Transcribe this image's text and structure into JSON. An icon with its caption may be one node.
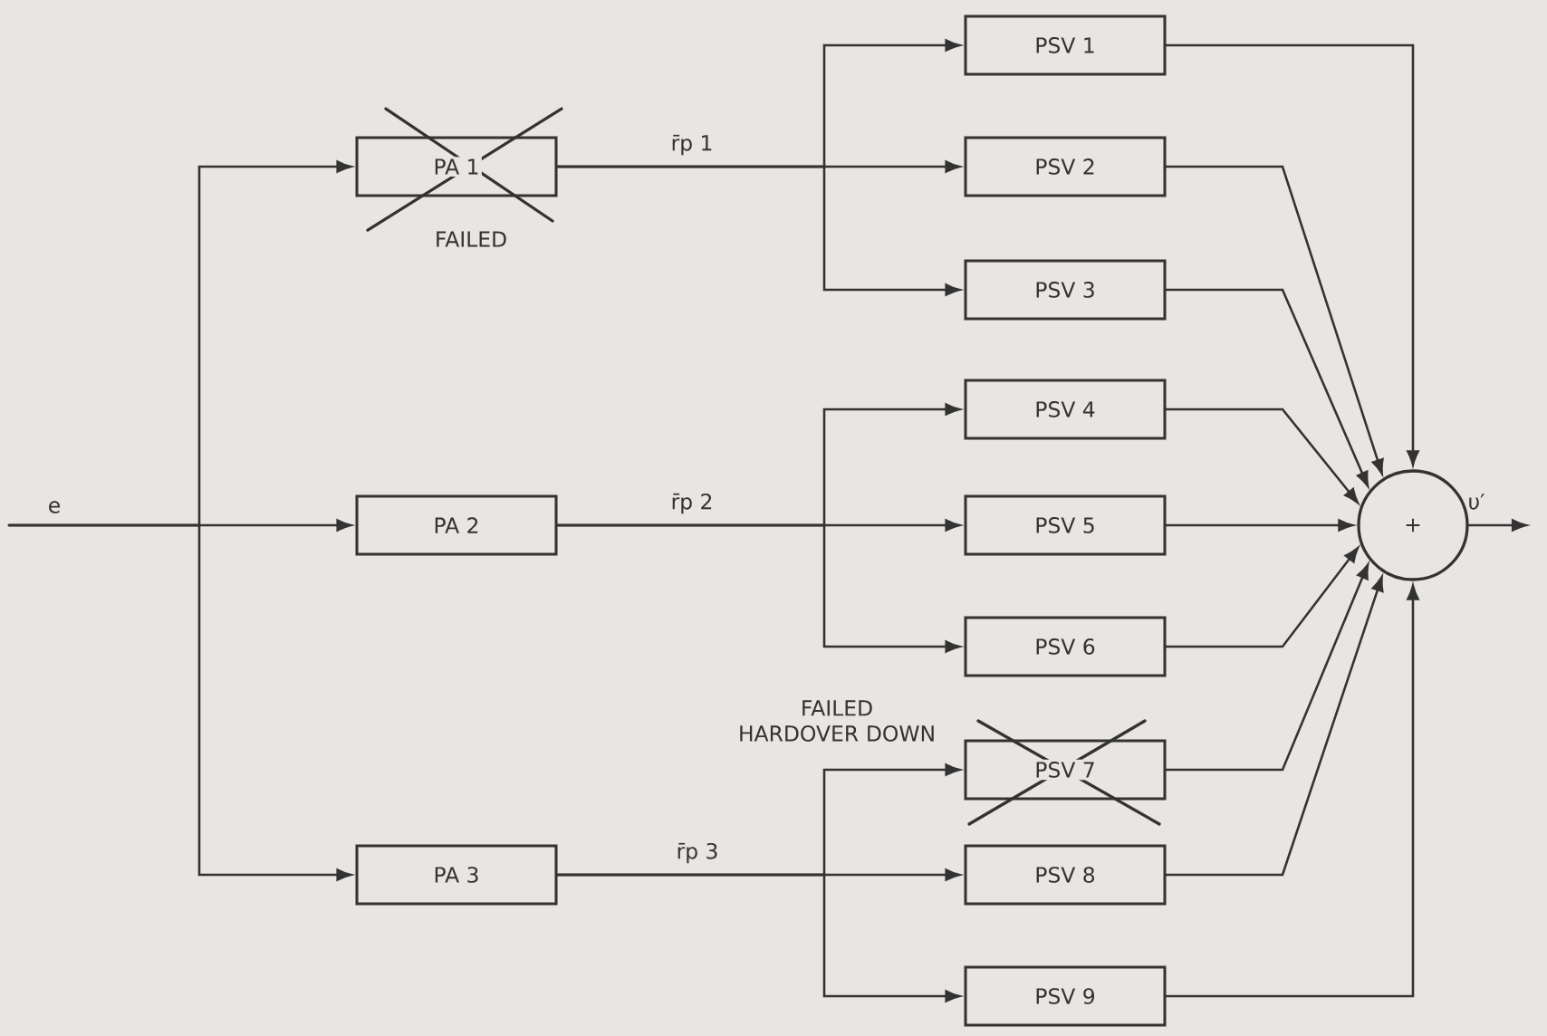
{
  "diagram": {
    "nodes": [
      {
        "text": [
          "PA 1"
        ],
        "beside": [
          "FAILED"
        ]
      },
      {
        "text": [
          "PA 2"
        ]
      },
      {
        "text": [
          "PA 3"
        ]
      },
      {
        "text": [
          "PSV 1"
        ]
      },
      {
        "text": [
          "PSV 2"
        ]
      },
      {
        "text": [
          "PSV 3"
        ]
      },
      {
        "text": [
          "PSV 4"
        ]
      },
      {
        "text": [
          "PSV 5"
        ]
      },
      {
        "text": [
          "PSV 6"
        ]
      },
      {
        "text": [
          "PSV 7"
        ],
        "beside": [
          "FAILED HARDOVER DOWN"
        ]
      },
      {
        "text": [
          "PSV 8"
        ]
      },
      {
        "text": [
          "PSV 9"
        ]
      },
      {
        "text": [
          "+"
        ]
      }
    ],
    "edges": [
      {
        "from": null,
        "to": 0,
        "arrow": "to"
      },
      {
        "from": null,
        "to": 1,
        "arrow": "to",
        "label": "e"
      },
      {
        "from": null,
        "to": 2,
        "arrow": "to"
      },
      {
        "from": 0,
        "to": 3,
        "arrow": "to"
      },
      {
        "from": 0,
        "to": 4,
        "arrow": "to",
        "label": "r̄p 1"
      },
      {
        "from": 0,
        "to": 5,
        "arrow": "to"
      },
      {
        "from": 1,
        "to": 6,
        "arrow": "to"
      },
      {
        "from": 1,
        "to": 7,
        "arrow": "to",
        "label": "r̄p 2"
      },
      {
        "from": 1,
        "to": 8,
        "arrow": "to"
      },
      {
        "from": 2,
        "to": 9,
        "arrow": "to"
      },
      {
        "from": 2,
        "to": 10,
        "arrow": "to",
        "label": "r̄p 3"
      },
      {
        "from": 2,
        "to": 11,
        "arrow": "to"
      },
      {
        "from": 3,
        "to": 12,
        "arrow": "to"
      },
      {
        "from": 4,
        "to": 12,
        "arrow": "to"
      },
      {
        "from": 5,
        "to": 12,
        "arrow": "to"
      },
      {
        "from": 6,
        "to": 12,
        "arrow": "to"
      },
      {
        "from": 7,
        "to": 12,
        "arrow": "to"
      },
      {
        "from": 8,
        "to": 12,
        "arrow": "to"
      },
      {
        "from": 9,
        "to": 12,
        "arrow": "to"
      },
      {
        "from": 10,
        "to": 12,
        "arrow": "to"
      },
      {
        "from": 11,
        "to": 12,
        "arrow": "to"
      },
      {
        "from": 12,
        "to": null,
        "arrow": "to",
        "label": "υ′"
      }
    ]
  }
}
